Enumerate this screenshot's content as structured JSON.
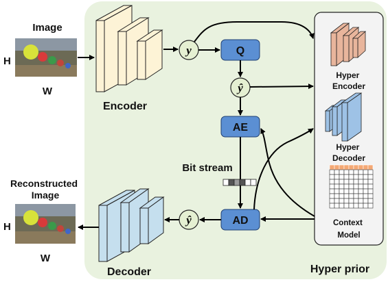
{
  "labels": {
    "input_title": "Image",
    "height_left": "H",
    "width_left": "W",
    "encoder": "Encoder",
    "decoder": "Decoder",
    "quantizer": "Q",
    "arith_encoder": "AE",
    "arith_decoder": "AD",
    "bit_stream": "Bit stream",
    "latent": "y",
    "latent_hat": "ŷ",
    "hyper_encoder": "Hyper\nEncoder",
    "hyper_decoder": "Hyper\nDecoder",
    "context_model": "Context\nModel",
    "hyper_prior": "Hyper prior",
    "output_title": "Reconstructed\nImage",
    "height_out": "H",
    "width_out": "W"
  },
  "colors": {
    "panel_bg": "#e9f2df",
    "encoder_fill": "#fdf3d6",
    "decoder_fill": "#c5dfee",
    "module_fill": "#5b8fd3",
    "latent_fill": "#e5f0d2",
    "hyper_encoder_fill": "#e8b59c",
    "hyper_decoder_fill": "#9ec2e6",
    "context_grid_active": "#f4a874",
    "bitstream_dark": "#555555",
    "bitstream_mid": "#9a9a9a"
  },
  "context_grid": {
    "rows": 9,
    "cols": 9,
    "active_rows": 1
  }
}
